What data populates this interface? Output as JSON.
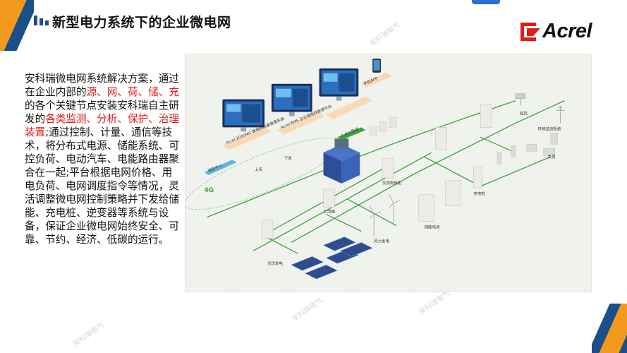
{
  "title": "新型电力系统下的企业微电网",
  "logo": {
    "name": "Acrel"
  },
  "body": {
    "segments": [
      {
        "text": "安科瑞微电网系统解决方案，通过在企业内部的",
        "highlight": false
      },
      {
        "text": "源、网、荷、储、充",
        "highlight": true
      },
      {
        "text": "的各个关键节点安装安科瑞自主研发的",
        "highlight": false
      },
      {
        "text": "各类监测、分析、保护、治理装置",
        "highlight": true
      },
      {
        "text": ";通过控制、计量、通信等技术，将分布式电源、储能系统、可控负荷、电动汽车、电能路由器聚合在一起;平台根据电网价格、用电负荷、电网调度指令等情况，灵活调整微电网控制策略并下发给储能、充电桩、逆变器等系统与设备，保证企业微电网始终安全、可靠、节约、经济、低碳的运行。",
        "highlight": false
      }
    ]
  },
  "diagram": {
    "labels": {
      "dispatch": "调度中心",
      "cloud1": "Acrel-2000MG 微电网能量管理系统",
      "cloud2": "Acrel-EMS 企业微电网管理平台",
      "cloud3": "手机APP",
      "monitor": "监控",
      "monitor_sys": "环境监测系统",
      "bus": "0.4kV母线",
      "ac_cab": "交流配电柜",
      "combiner": "汇流箱",
      "pv": "光伏发电",
      "wind": "风力发电",
      "storage": "储能电池",
      "ev": "充电桩",
      "load": "负荷",
      "tag_4g": "4G",
      "upload": "上传",
      "issue": "下发"
    },
    "colors": {
      "line": "#3aa339",
      "accent": "#f39a1e",
      "brand": "#1a4f8a"
    }
  },
  "watermark": "安科瑞电气"
}
